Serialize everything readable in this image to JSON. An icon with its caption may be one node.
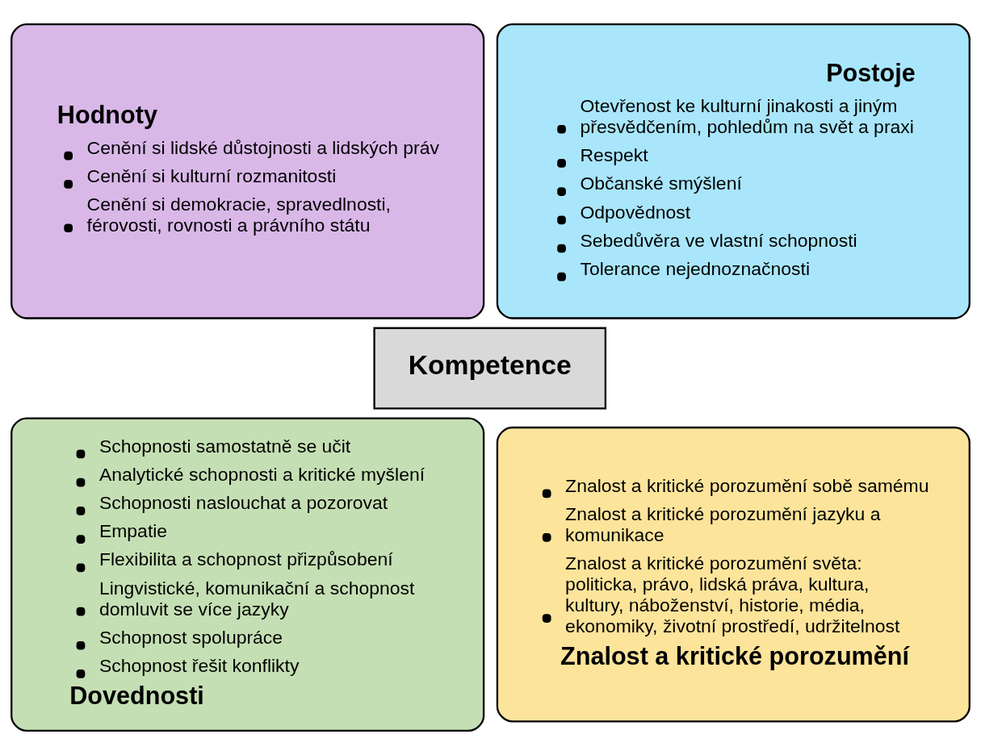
{
  "diagram": {
    "nodes": [
      {
        "text": [
          "Hodnoty",
          "Cenění si lidské důstojnosti a lidských práv",
          "Cenění si kulturní rozmanitosti",
          "Cenění si demokracie, spravedlnosti, férovosti, rovnosti a právního státu"
        ]
      },
      {
        "text": [
          "Postoje",
          "Otevřenost ke kulturní jinakosti a jiným přesvědčením, pohledům na svět a praxi",
          "Respekt",
          "Občanské smýšlení",
          "Odpovědnost",
          "Sebedůvěra ve vlastní schopnosti",
          "Tolerance nejednoznačnosti"
        ]
      },
      {
        "text": [
          "Kompetence"
        ]
      },
      {
        "text": [
          "Schopnosti samostatně se učit",
          "Analytické schopnosti a kritické myšlení",
          "Schopnosti naslouchat a pozorovat",
          "Empatie",
          "Flexibilita a schopnost přizpůsobení",
          "Lingvistické, komunikační a schopnost domluvit se více jazyky",
          "Schopnost spolupráce",
          "Schopnost řešit konflikty",
          "Dovednosti"
        ]
      },
      {
        "text": [
          "Znalost a kritické porozumění sobě samému",
          "Znalost a kritické porozumění jazyku a komunikace",
          "Znalost a kritické porozumění světa: politicka, právo, lidská práva, kultura, kultury, náboženství, historie, média, ekonomiky, životní prostředí, udržitelnost",
          "Znalost a kritické porozumění"
        ]
      }
    ],
    "edges": []
  }
}
